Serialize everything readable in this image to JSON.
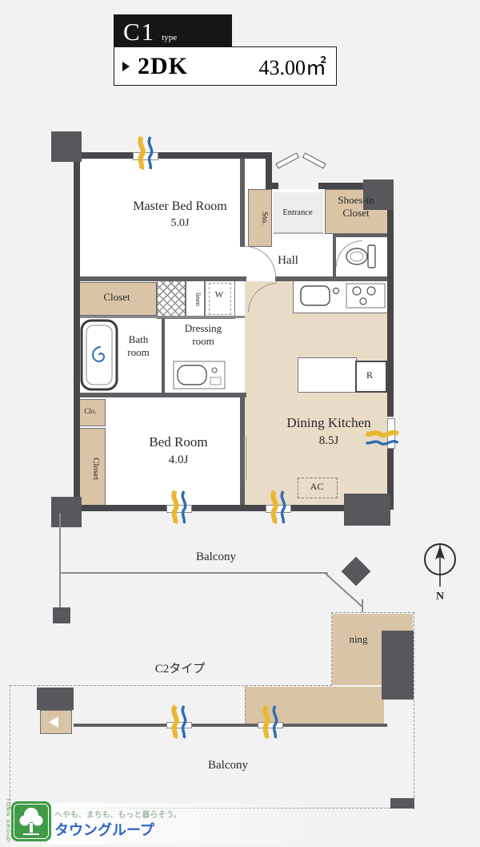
{
  "title": {
    "code": "C1",
    "suffix": "type",
    "layout": "2DK",
    "area": "43.00㎡"
  },
  "plan": {
    "master_bed": {
      "name": "Master Bed Room",
      "size": "5.0J"
    },
    "sto": "Sto.",
    "entrance": "Entrance",
    "shoes_closet": {
      "line1": "Shoes-in",
      "line2": "Closet"
    },
    "hall": "Hall",
    "closet_top": "Closet",
    "linen": "linen",
    "washer": "W",
    "dressing": {
      "line1": "Dressing",
      "line2": "room"
    },
    "bath": {
      "line1": "Bath",
      "line2": "room"
    },
    "bed": {
      "name": "Bed Room",
      "size": "4.0J"
    },
    "clo": "Clo.",
    "closet_left": "Closet",
    "dining": {
      "name": "Dining Kitchen",
      "size": "8.5J"
    },
    "fridge": "R",
    "ac": "AC",
    "balcony": "Balcony",
    "compass_n": "N"
  },
  "c2": {
    "label": "C2タイプ",
    "room_partial": "ning",
    "balcony": "Balcony"
  },
  "footer": {
    "logo_text": "TOWN GROUP",
    "slogan": "へやも、まちも、もっと暮らそう。",
    "brand": "タウングループ"
  },
  "icons": {
    "window_vent": "window-vent-icon",
    "compass": "compass-icon",
    "bathtub": "bathtub-spiral-icon",
    "toilet": "toilet-icon",
    "kitchen_sink": "sink-icon",
    "stove": "stove-icon",
    "washbasin": "washbasin-icon",
    "logo_tree": "tree-logo-icon"
  },
  "colors": {
    "wall": "#47464a",
    "pillar": "#58585c",
    "closet_beige": "#d9c4a6",
    "floor_beige": "#e9dcc6",
    "window_yellow": "#e9b832",
    "window_blue": "#2f6fb0",
    "brand_blue": "#2b64c6",
    "logo_green": "#3f9b46"
  }
}
